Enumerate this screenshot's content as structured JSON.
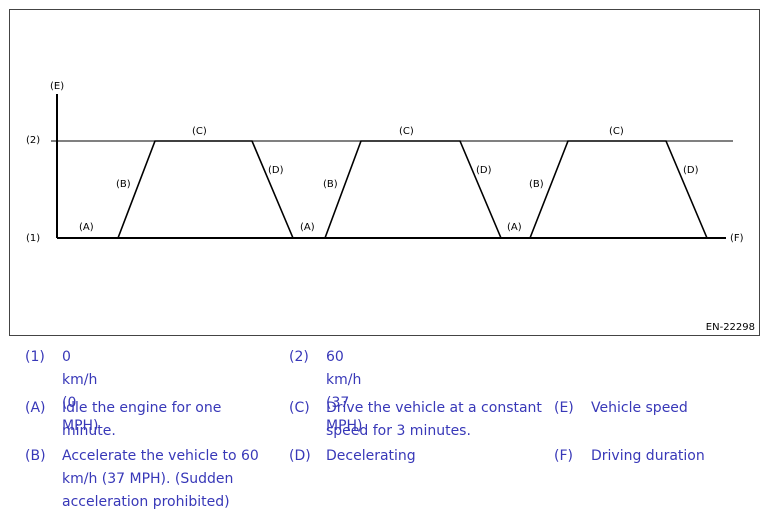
{
  "figure": {
    "id": "EN-22298",
    "y_axis_label": "(E)",
    "x_axis_label": "(F)",
    "level_high_label": "(2)",
    "level_low_label": "(1)",
    "phase_labels": {
      "a": "(A)",
      "b": "(B)",
      "c": "(C)",
      "d": "(D)"
    }
  },
  "legend": {
    "l1_key": "(1)",
    "l1_text": "0 km/h (0 MPH)",
    "l2_key": "(2)",
    "l2_text": "60 km/h (37 MPH)",
    "a_key": "(A)",
    "a_text_1": "Idle the engine for one",
    "a_text_2": "minute.",
    "c_key": "(C)",
    "c_text_1": "Drive the vehicle at a constant",
    "c_text_2": "speed for 3 minutes.",
    "e_key": "(E)",
    "e_text": "Vehicle speed",
    "b_key": "(B)",
    "b_text_1": "Accelerate the vehicle to 60",
    "b_text_2": "km/h (37 MPH). (Sudden",
    "b_text_3": "acceleration prohibited)",
    "d_key": "(D)",
    "d_text": "Decelerating",
    "f_key": "(F)",
    "f_text": "Driving duration"
  }
}
